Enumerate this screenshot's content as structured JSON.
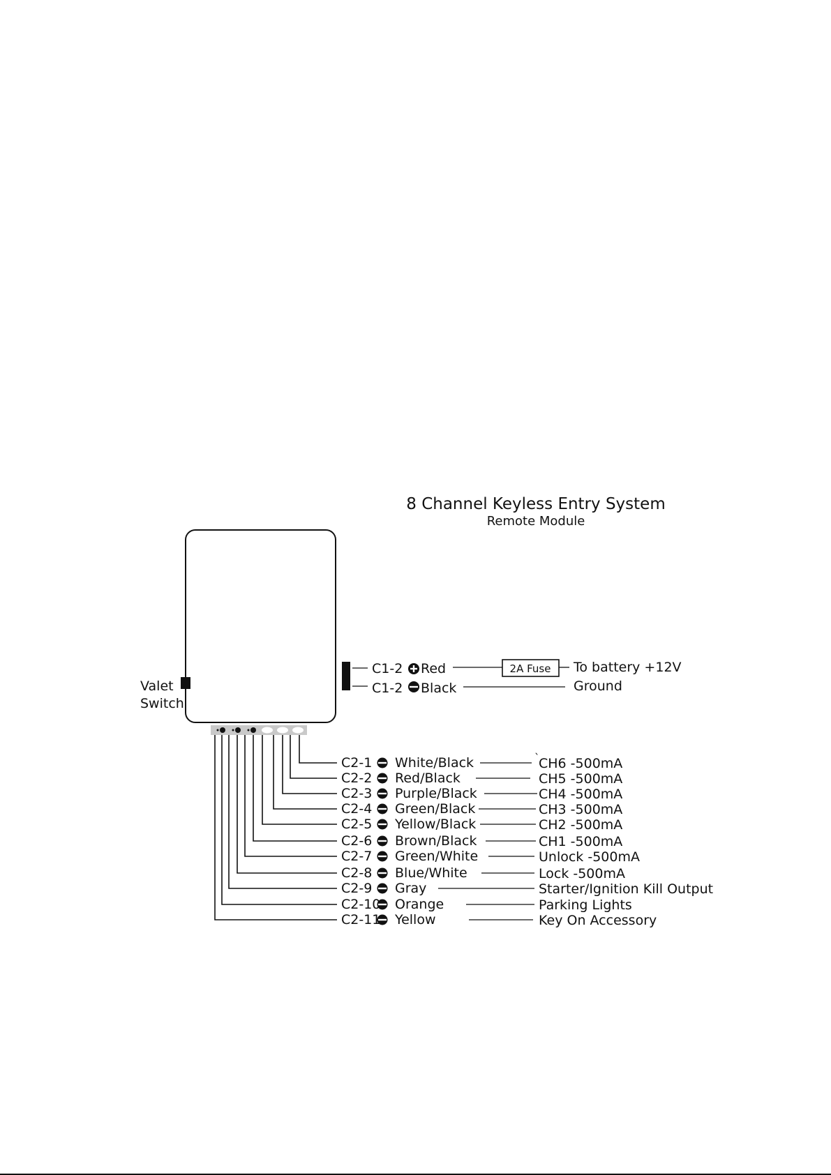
{
  "diagram": {
    "title": "8 Channel Keyless Entry System",
    "subtitle": "Remote Module",
    "valet": {
      "line1": "Valet",
      "line2": "Switch"
    },
    "power": [
      {
        "pin": "C1-2",
        "polarity": "positive",
        "wire": "Red",
        "fuse": "2A Fuse",
        "destination": "To battery +12V"
      },
      {
        "pin": "C1-2",
        "polarity": "negative",
        "wire": "Black",
        "destination": "Ground"
      }
    ],
    "outputs": [
      {
        "pin": "C2-1",
        "polarity": "negative",
        "wire": "White/Black",
        "function": "CH6 -500mA"
      },
      {
        "pin": "C2-2",
        "polarity": "negative",
        "wire": "Red/Black",
        "function": "CH5 -500mA"
      },
      {
        "pin": "C2-3",
        "polarity": "negative",
        "wire": "Purple/Black",
        "function": "CH4 -500mA"
      },
      {
        "pin": "C2-4",
        "polarity": "negative",
        "wire": "Green/Black",
        "function": "CH3 -500mA"
      },
      {
        "pin": "C2-5",
        "polarity": "negative",
        "wire": "Yellow/Black",
        "function": "CH2 -500mA"
      },
      {
        "pin": "C2-6",
        "polarity": "negative",
        "wire": "Brown/Black",
        "function": "CH1 -500mA"
      },
      {
        "pin": "C2-7",
        "polarity": "negative",
        "wire": "Green/White",
        "function": "Unlock -500mA"
      },
      {
        "pin": "C2-8",
        "polarity": "negative",
        "wire": "Blue/White",
        "function": "Lock -500mA"
      },
      {
        "pin": "C2-9",
        "polarity": "negative",
        "wire": "Gray",
        "function": "Starter/Ignition Kill Output"
      },
      {
        "pin": "C2-10",
        "polarity": "negative",
        "wire": "Orange",
        "function": "Parking Lights"
      },
      {
        "pin": "C2-11",
        "polarity": "negative",
        "wire": "Yellow",
        "function": "Key On Accessory"
      }
    ]
  }
}
